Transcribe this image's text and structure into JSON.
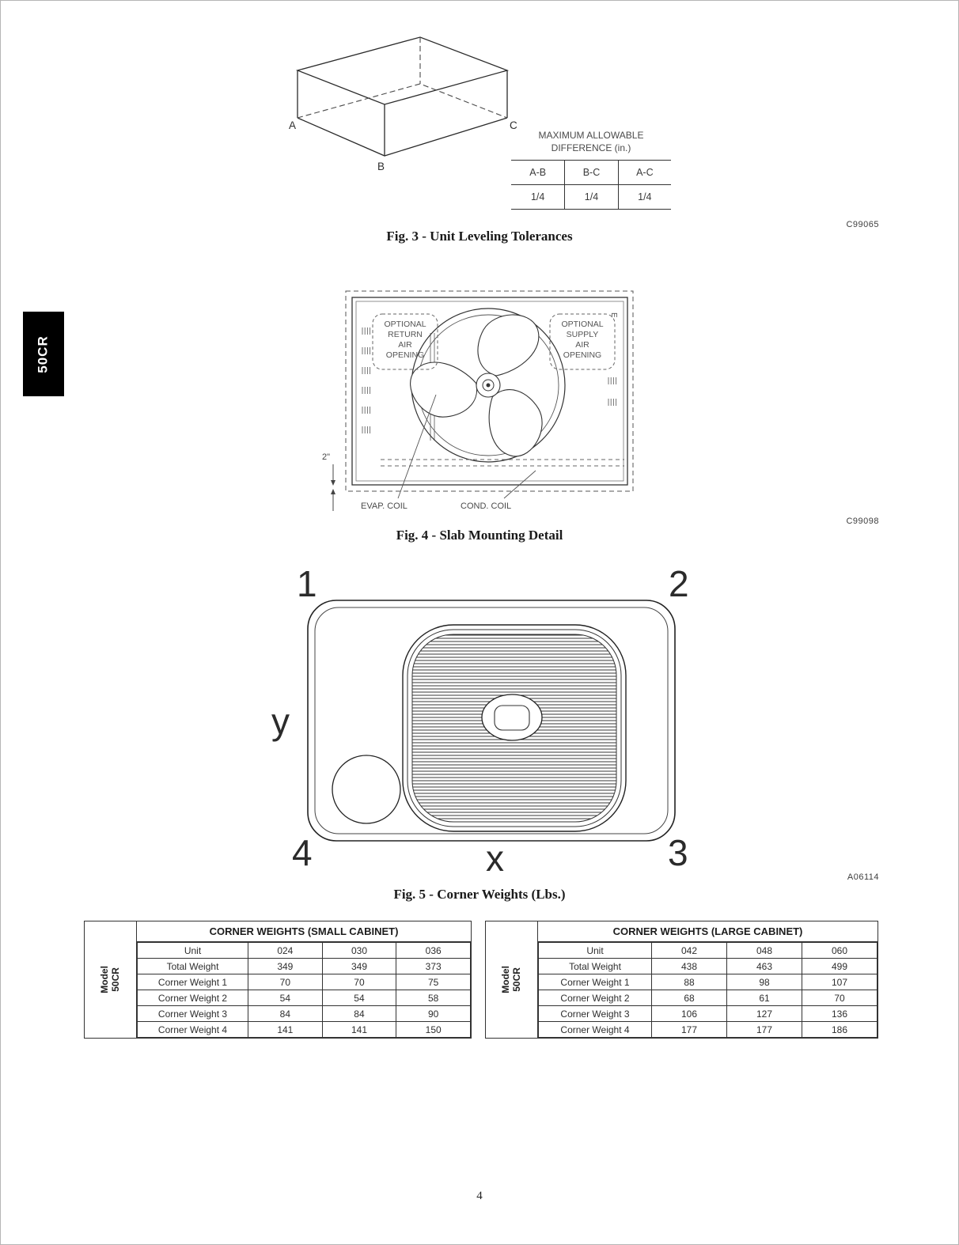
{
  "page": {
    "number": "4"
  },
  "side_tab": {
    "label": "50CR"
  },
  "fig3": {
    "caption": "Fig. 3 - Unit Leveling Tolerances",
    "code": "C99065",
    "labels": {
      "a": "A",
      "b": "B",
      "c": "C"
    },
    "tolerance_table": {
      "title_line1": "MAXIMUM ALLOWABLE",
      "title_line2": "DIFFERENCE (in.)",
      "headers": [
        "A-B",
        "B-C",
        "A-C"
      ],
      "values": [
        "1/4",
        "1/4",
        "1/4"
      ]
    }
  },
  "fig4": {
    "caption": "Fig. 4 - Slab Mounting Detail",
    "code": "C99098",
    "return_opening": [
      "OPTIONAL",
      "RETURN",
      "AIR",
      "OPENING"
    ],
    "supply_opening": [
      "OPTIONAL",
      "SUPPLY",
      "AIR",
      "OPENING"
    ],
    "evap_coil": "EVAP. COIL",
    "cond_coil": "COND. COIL",
    "dimension": "2\"",
    "edge_letter": "E"
  },
  "fig5": {
    "caption": "Fig. 5 - Corner Weights (Lbs.)",
    "code": "A06114",
    "corners": [
      "1",
      "2",
      "3",
      "4"
    ],
    "axes": {
      "x": "x",
      "y": "y"
    }
  },
  "weights": {
    "model_line1": "Model",
    "model_line2": "50CR",
    "small": {
      "title": "CORNER WEIGHTS (SMALL CABINET)",
      "rows": [
        [
          "Unit",
          "024",
          "030",
          "036"
        ],
        [
          "Total Weight",
          "349",
          "349",
          "373"
        ],
        [
          "Corner Weight 1",
          "70",
          "70",
          "75"
        ],
        [
          "Corner Weight 2",
          "54",
          "54",
          "58"
        ],
        [
          "Corner Weight 3",
          "84",
          "84",
          "90"
        ],
        [
          "Corner Weight 4",
          "141",
          "141",
          "150"
        ]
      ]
    },
    "large": {
      "title": "CORNER WEIGHTS (LARGE CABINET)",
      "rows": [
        [
          "Unit",
          "042",
          "048",
          "060"
        ],
        [
          "Total Weight",
          "438",
          "463",
          "499"
        ],
        [
          "Corner Weight 1",
          "88",
          "98",
          "107"
        ],
        [
          "Corner Weight 2",
          "68",
          "61",
          "70"
        ],
        [
          "Corner Weight 3",
          "106",
          "127",
          "136"
        ],
        [
          "Corner Weight 4",
          "177",
          "177",
          "186"
        ]
      ]
    }
  }
}
